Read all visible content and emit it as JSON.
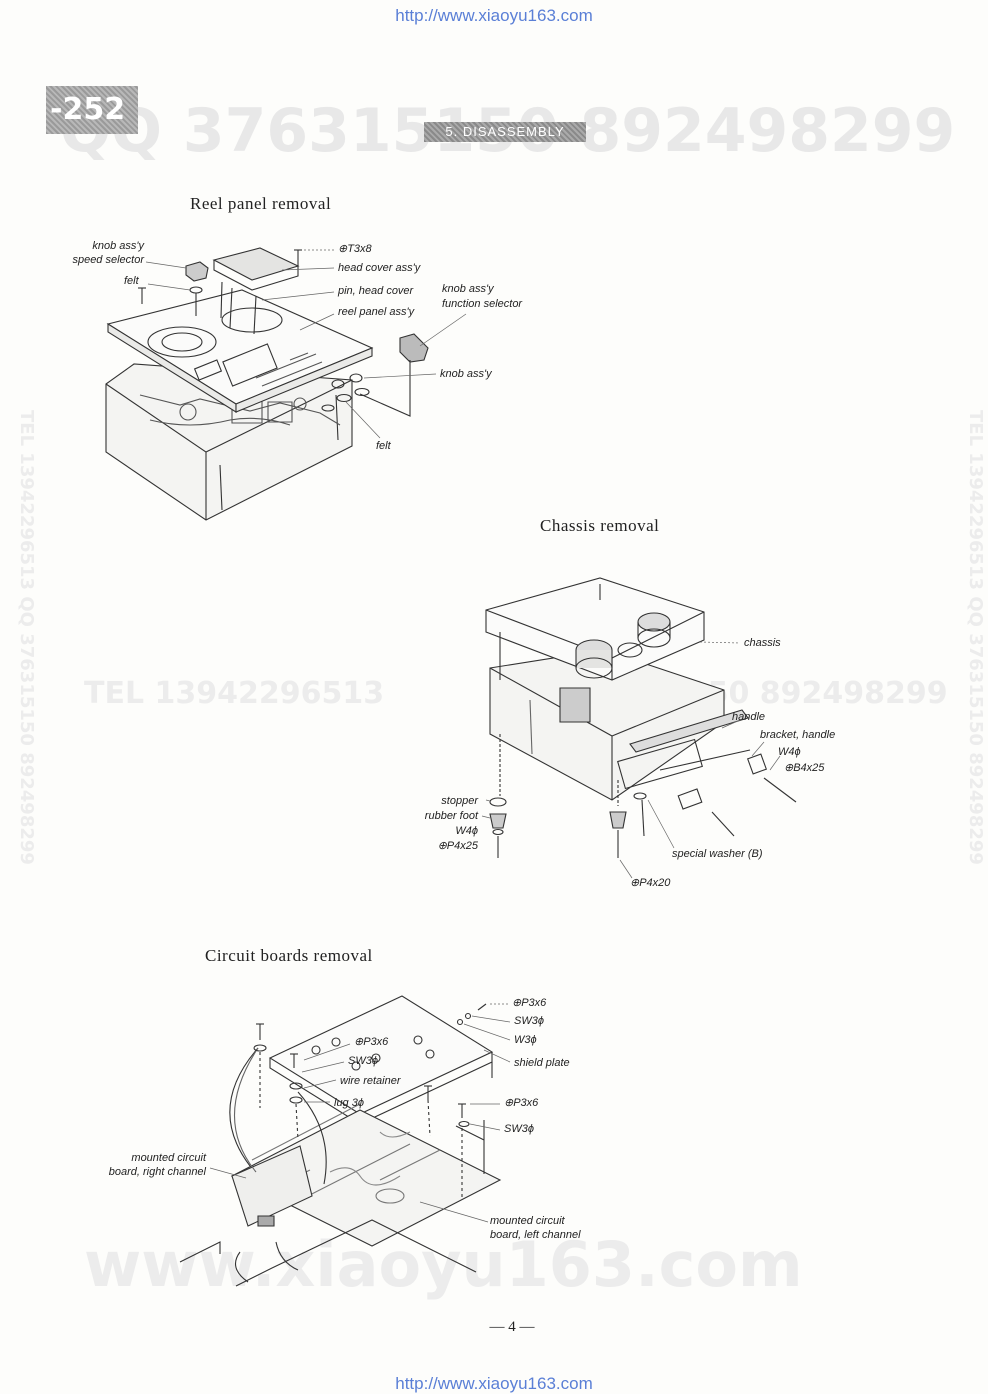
{
  "header": {
    "url_top": "http://www.xiaoyu163.com",
    "page_tab": "-252",
    "section_tab": "5. DISASSEMBLY"
  },
  "footer": {
    "page_number": "— 4 —",
    "url_bottom": "http://www.xiaoyu163.com"
  },
  "watermarks": {
    "qq": "QQ 376315150  892498299",
    "tel_middle": "TEL 13942296513",
    "qq_middle": "QQ 376315150  892498299",
    "tel_vertical": "TEL 13942296513  QQ 376315150  892498299",
    "site": "www.xiaoyu163.com"
  },
  "reel_panel": {
    "heading": "Reel panel removal",
    "labels": {
      "knob_assy_speed": "knob ass'y",
      "speed_selector": "speed selector",
      "felt_top": "felt",
      "screw_t3x8": "⊕T3x8",
      "head_cover": "head cover ass'y",
      "pin_head_cover": "pin, head cover",
      "reel_panel_assy": "reel panel ass'y",
      "knob_assy_function": "knob ass'y",
      "function_selector": "function selector",
      "knob_assy": "knob ass'y",
      "felt_bottom": "felt"
    }
  },
  "chassis": {
    "heading": "Chassis removal",
    "labels": {
      "chassis": "chassis",
      "handle": "handle",
      "bracket_handle": "bracket, handle",
      "w4": "W4ϕ",
      "b4x25": "⊕B4x25",
      "stopper": "stopper",
      "rubber_foot": "rubber foot",
      "w4_left": "W4ϕ",
      "p4x25": "⊕P4x25",
      "special_washer": "special washer (B)",
      "p4x20": "⊕P4x20"
    }
  },
  "circuit_boards": {
    "heading": "Circuit boards removal",
    "labels": {
      "p3x6_top": "⊕P3x6",
      "sw3_top": "SW3ϕ",
      "w3": "W3ϕ",
      "shield_plate": "shield plate",
      "p3x6_mid": "⊕P3x6",
      "sw3_mid": "SW3ϕ",
      "wire_retainer": "wire retainer",
      "lug3": "lug 3ϕ",
      "p3x6_right": "⊕P3x6",
      "sw3_right": "SW3ϕ",
      "right_board_1": "mounted circuit",
      "right_board_2": "board, right channel",
      "left_board_1": "mounted circuit",
      "left_board_2": "board, left channel"
    }
  }
}
